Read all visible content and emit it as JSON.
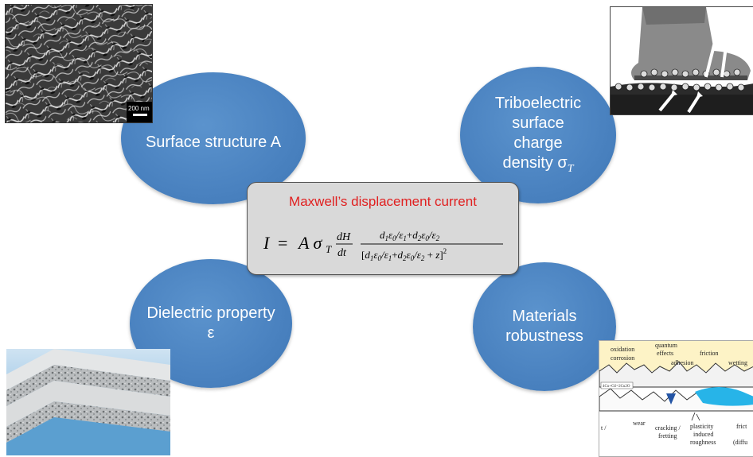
{
  "nodes": [
    {
      "id": "surface-structure",
      "label": "Surface structure A"
    },
    {
      "id": "triboelectric-charge",
      "label": "Triboelectric surface charge density σT"
    },
    {
      "id": "dielectric",
      "label": "Dielectric property ε"
    },
    {
      "id": "materials-robustness",
      "label": "Materials robustness"
    }
  ],
  "center": {
    "title": "Maxwell’s displacement current",
    "formula": {
      "lhs": "I",
      "prefactor": "A σT",
      "derivative_num": "dH",
      "derivative_den": "dt",
      "numerator": "d1ε0/ε1+d2ε0/ε2",
      "denominator": "[d1ε0/ε1+d2ε0/ε2 + z]²"
    }
  },
  "images": {
    "sem": {
      "scale_bar": "200 nm"
    },
    "tribology": {
      "labels": [
        "oxidation",
        "corrosion",
        "quantum",
        "effects",
        "adhesion",
        "friction",
        "wetting",
        "wear",
        "cracking /",
        "fretting",
        "plasticity",
        "induced",
        "roughness",
        "frict",
        "(diffu",
        "t /"
      ],
      "chem_label": "4Cu+O2=2Cu2O"
    }
  },
  "colors": {
    "node_fill": "#4a82c0",
    "title_red": "#e02020",
    "box_gray": "#d9d9d9"
  }
}
